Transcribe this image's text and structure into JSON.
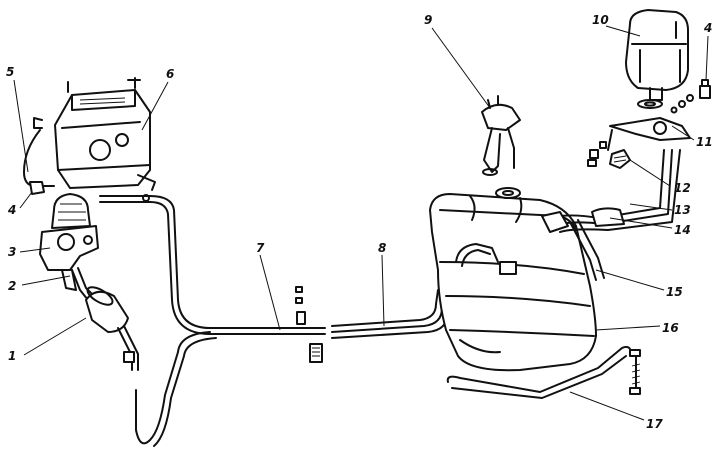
{
  "diagram": {
    "callouts": [
      {
        "id": "1",
        "text": "1"
      },
      {
        "id": "2",
        "text": "2"
      },
      {
        "id": "3",
        "text": "3"
      },
      {
        "id": "4a",
        "text": "4"
      },
      {
        "id": "4b",
        "text": "4"
      },
      {
        "id": "5",
        "text": "5"
      },
      {
        "id": "6",
        "text": "6"
      },
      {
        "id": "7",
        "text": "7"
      },
      {
        "id": "8",
        "text": "8"
      },
      {
        "id": "9",
        "text": "9"
      },
      {
        "id": "10",
        "text": "10"
      },
      {
        "id": "11",
        "text": "11"
      },
      {
        "id": "12",
        "text": "12"
      },
      {
        "id": "13",
        "text": "13"
      },
      {
        "id": "14",
        "text": "14"
      },
      {
        "id": "15",
        "text": "15"
      },
      {
        "id": "16",
        "text": "16"
      },
      {
        "id": "17",
        "text": "17"
      }
    ]
  }
}
